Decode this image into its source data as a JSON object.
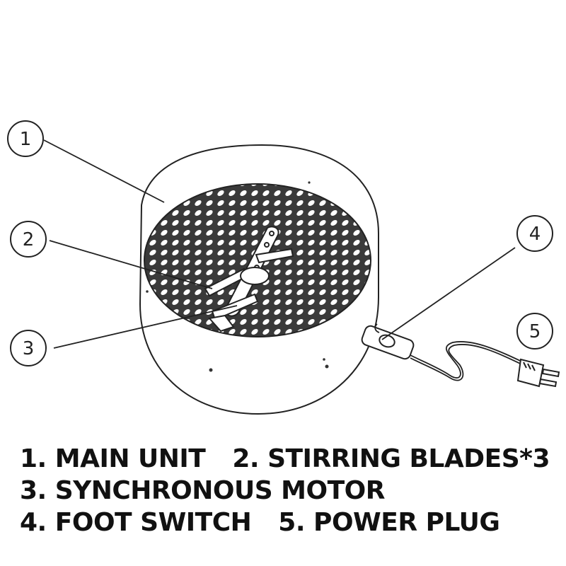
{
  "callouts": [
    "1",
    "2",
    "3",
    "4",
    "5"
  ],
  "legend": {
    "row1": {
      "item1": "1. MAIN UNIT",
      "item2": "2. STIRRING BLADES*3"
    },
    "row2": {
      "item1": "3. SYNCHRONOUS MOTOR"
    },
    "row3": {
      "item1": "4. FOOT SWITCH",
      "item2": "5. POWER PLUG"
    }
  }
}
